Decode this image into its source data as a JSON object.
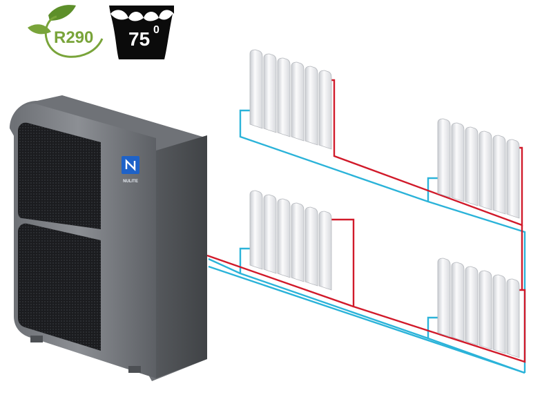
{
  "refrigerant_badge": {
    "label": "R290",
    "icon": "leaf-icon",
    "color": "#79a43a",
    "leaf_color": "#5d8f2a"
  },
  "temperature_badge": {
    "value": "75",
    "unit": "0",
    "icon": "water-temperature-icon",
    "color": "#0b0b0b"
  },
  "heat_pump": {
    "brand": "NULITE",
    "logo_color": "#1e62c8"
  },
  "pipes": {
    "supply_color": "#d11a2a",
    "return_color": "#2bb3d9"
  },
  "radiators": {
    "count": 4,
    "sections_each": 6
  }
}
